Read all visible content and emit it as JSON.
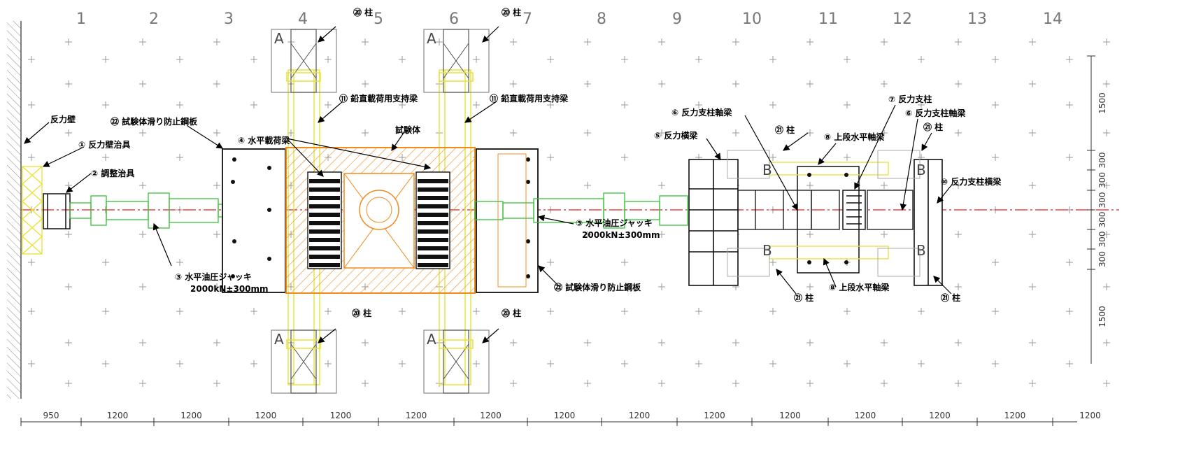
{
  "grid_numbers": [
    "1",
    "2",
    "3",
    "4",
    "5",
    "6",
    "7",
    "8",
    "9",
    "10",
    "11",
    "12",
    "13",
    "14"
  ],
  "bottom_dimensions": [
    "950",
    "1200",
    "1200",
    "1200",
    "1200",
    "1200",
    "1200",
    "1200",
    "1200",
    "1200",
    "1200",
    "1200",
    "1200",
    "1200",
    "1200"
  ],
  "right_dimensions": [
    "1500",
    "300",
    "300",
    "300",
    "300",
    "300",
    "300",
    "1500"
  ],
  "section_marks": [
    "A",
    "A",
    "A",
    "A"
  ],
  "right_section_marks": [
    "B",
    "B",
    "B",
    "B"
  ],
  "labels": {
    "reaction_wall": "反力壁",
    "reaction_wall_jig": "① 反力壁治具",
    "adjust_jig": "② 調整治具",
    "jack_left_name": "③ 水平油圧ジャッキ",
    "jack_left_spec": "2000kN±300mm",
    "jack_right_name": "③ 水平油圧ジャッキ",
    "jack_right_spec": "2000kN±300mm",
    "horizontal_loading_beam": "④ 水平載荷梁",
    "reaction_crossbeam": "⑤ 反力横梁",
    "reaction_post_axial_beam_left": "⑥ 反力支柱軸梁",
    "reaction_post_axial_beam_right": "⑥ 反力支柱軸梁",
    "reaction_post": "⑦ 反力支柱",
    "upper_horizontal_axial_beam_top": "⑧ 上段水平軸梁",
    "upper_horizontal_axial_beam_bottom": "⑧ 上段水平軸梁",
    "reaction_post_crossbeam": "⑩ 反力支柱横梁",
    "vertical_loading_support_beam_left": "⑪ 鉛直載荷用支持梁",
    "vertical_loading_support_beam_right": "⑪ 鉛直載荷用支持梁",
    "specimen": "試験体",
    "anti_slip_plate_top": "㉒ 試験体滑り防止鋼板",
    "anti_slip_plate_bottom": "㉒ 試験体滑り防止鋼板",
    "column_top_left": "⑳ 柱",
    "column_top_right": "⑳ 柱",
    "column_bottom_left": "⑳ 柱",
    "column_bottom_right": "⑳ 柱",
    "column21_top_left": "㉑ 柱",
    "column21_top_right": "㉑ 柱",
    "column21_bottom_left": "㉑ 柱",
    "column21_bottom_right": "㉑ 柱"
  },
  "colors": {
    "yellow": "#e8e233",
    "green": "#39c13a",
    "orange": "#f08c1e",
    "black": "#111111",
    "gray": "#888888",
    "red": "#e02020"
  }
}
